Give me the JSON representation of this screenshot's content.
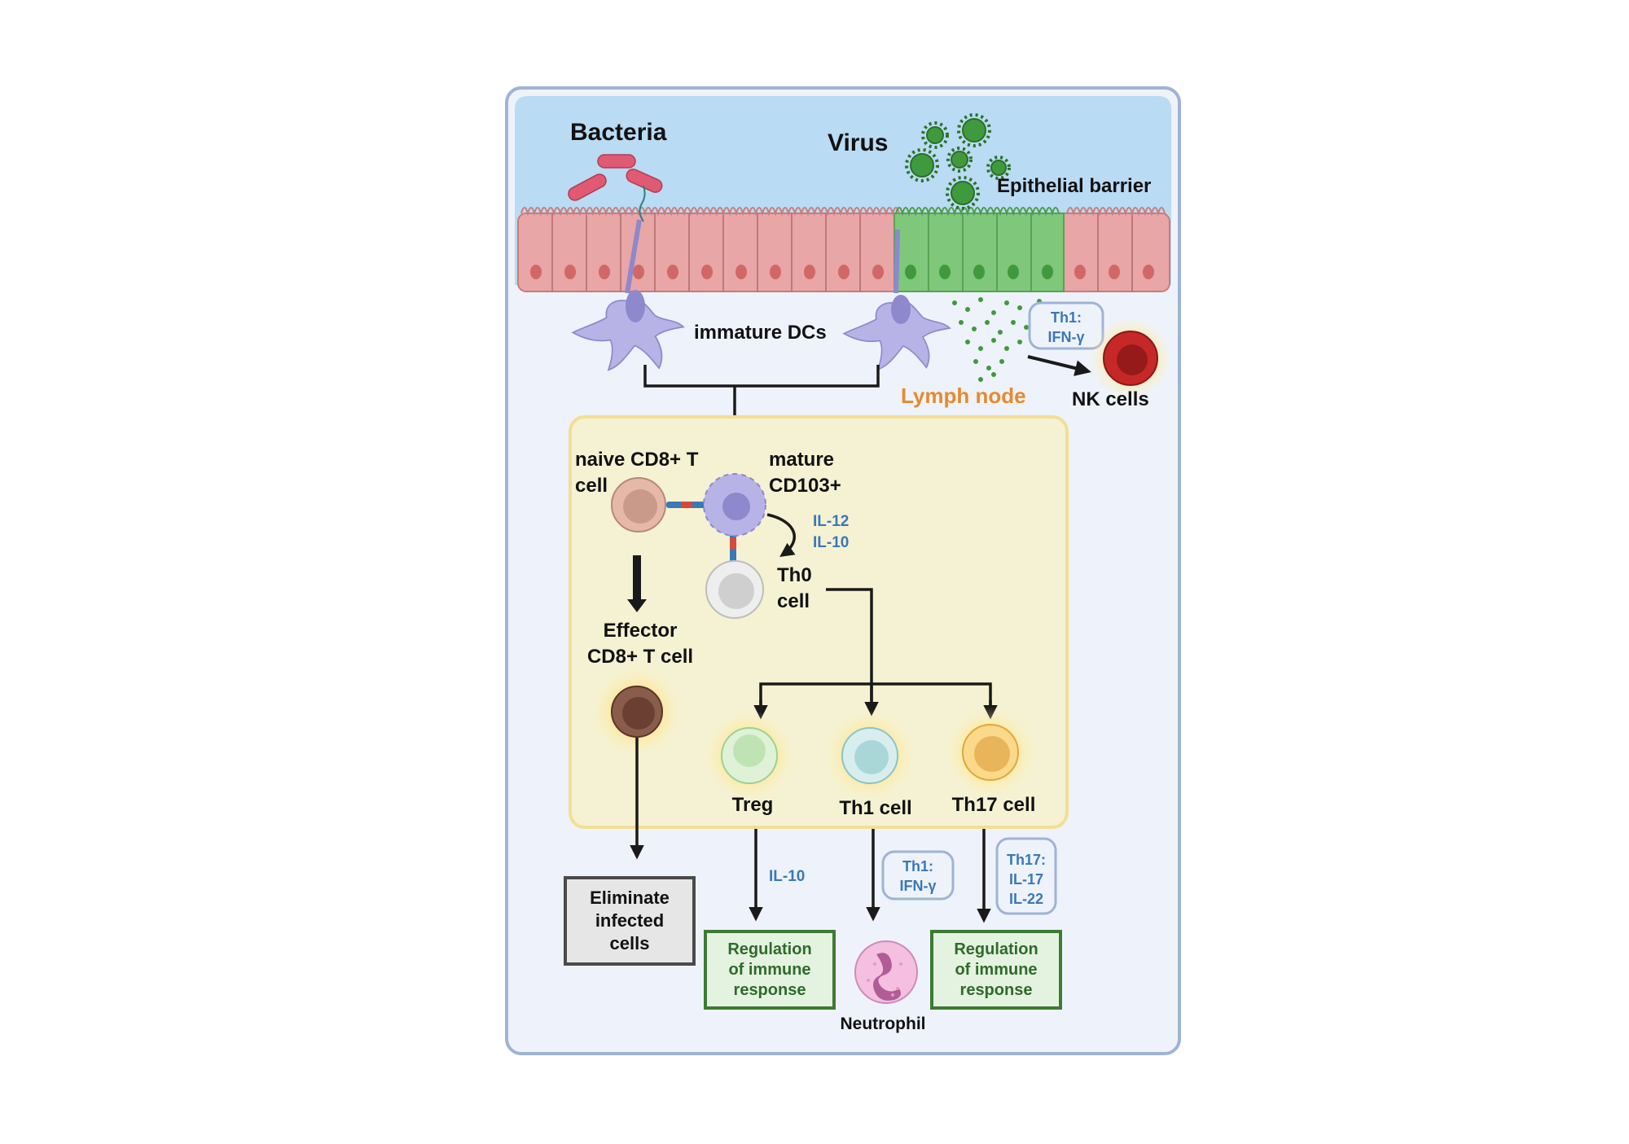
{
  "diagram": {
    "labels": {
      "bacteria": "Bacteria",
      "virus": "Virus",
      "epithelial_barrier": "Epithelial barrier",
      "immature_dcs": "immature DCs",
      "lymph_node": "Lymph node",
      "nk_cells": "NK cells",
      "naive_cd8_line1": "naive CD8+ T",
      "naive_cd8_line2": "cell",
      "mature_cd103_line1": "mature",
      "mature_cd103_line2": "CD103+",
      "th0_line1": "Th0",
      "th0_line2": "cell",
      "effector_line1": "Effector",
      "effector_line2": "CD8+ T cell",
      "treg": "Treg",
      "th1_cell": "Th1 cell",
      "th17_cell": "Th17 cell",
      "neutrophil": "Neutrophil"
    },
    "cytokines": {
      "nk_box_line1": "Th1:",
      "nk_box_line2": "IFN-γ",
      "il12": "IL-12",
      "il10_dc": "IL-10",
      "il10_treg": "IL-10",
      "th1_box_line1": "Th1:",
      "th1_box_line2": "IFN-γ",
      "th17_box_line1": "Th17:",
      "th17_box_line2": "IL-17",
      "th17_box_line3": "IL-22"
    },
    "outcomes": {
      "eliminate_line1": "Eliminate",
      "eliminate_line2": "infected",
      "eliminate_line3": "cells",
      "reg1_line1": "Regulation",
      "reg1_line2": "of immune",
      "reg1_line3": "response",
      "reg2_line1": "Regulation",
      "reg2_line2": "of immune",
      "reg2_line3": "response"
    },
    "colors": {
      "outer_border": "#9fb3d6",
      "outer_fill": "#eef3fb",
      "lumen": "#b9dbf3",
      "epithelial_cell": "#e8a6a6",
      "infected_cell": "#7fc77a",
      "dendritic_cell": "#b7b3e6",
      "lymph_node_fill": "#f5f2d3",
      "lymph_node_border": "#f1df96",
      "cytokine_text": "#3a78b8",
      "outcome_green": "#2e6b2a"
    }
  }
}
